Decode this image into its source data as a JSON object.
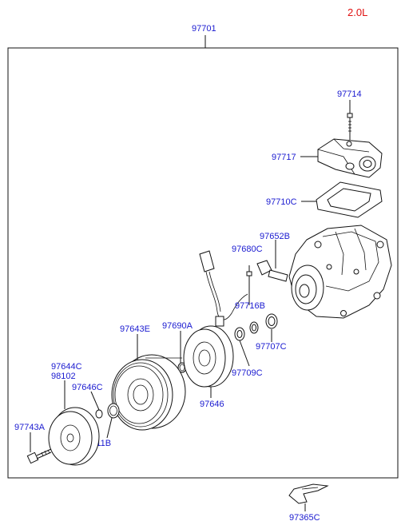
{
  "engine": "2.0L",
  "labels": {
    "assembly": "97701",
    "bolt_top": "97714",
    "cover": "97717",
    "gasket": "97710C",
    "compressor_body": "97652B",
    "switch": "97680C",
    "ring_a": "97716B",
    "seal": "97707C",
    "snap_ring": "97690A",
    "coil_ring": "97709C",
    "pulley": "97643E",
    "coil": "97646",
    "hub": "97644C",
    "hub_sub": "98102",
    "shim": "97646C",
    "snap_ring_b": "97711B",
    "bolt": "97743A",
    "bracket": "97365C"
  }
}
